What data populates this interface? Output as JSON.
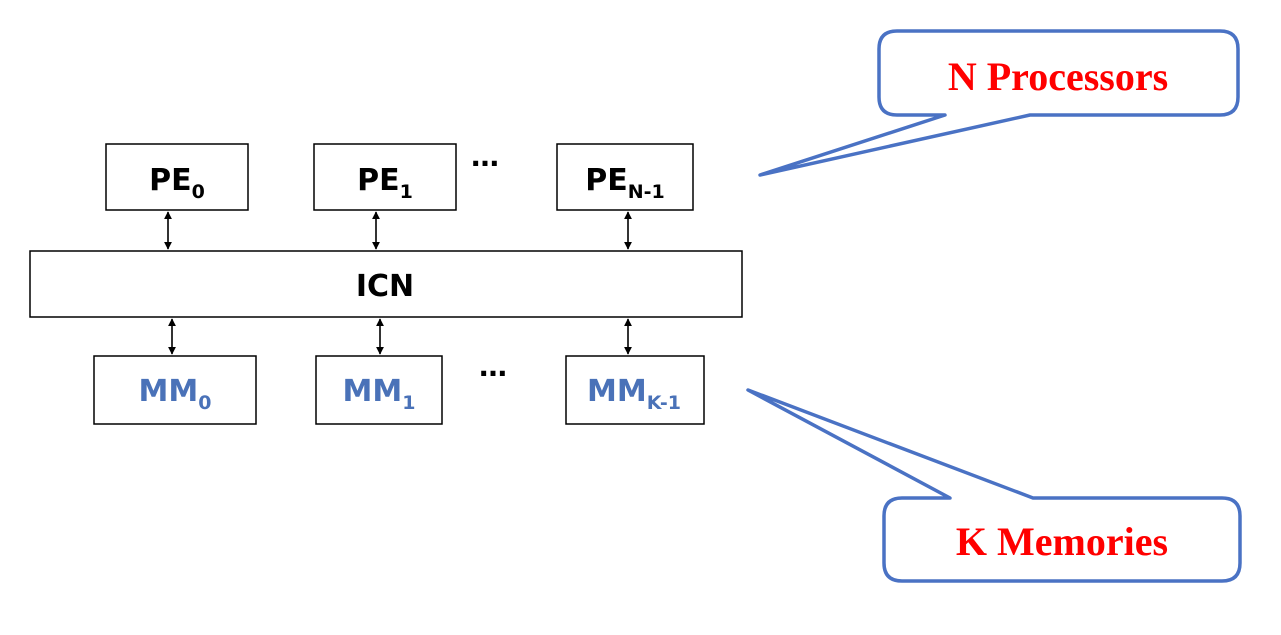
{
  "processors": {
    "base": "PE",
    "items": [
      {
        "sub": "0"
      },
      {
        "sub": "1"
      },
      {
        "sub": "N-1"
      }
    ],
    "ellipsis": "…"
  },
  "network": {
    "label": "ICN"
  },
  "memories": {
    "base": "MM",
    "items": [
      {
        "sub": "0"
      },
      {
        "sub": "1"
      },
      {
        "sub": "K-1"
      }
    ],
    "ellipsis": "…"
  },
  "callouts": {
    "processors": "N Processors",
    "memories": "K Memories"
  },
  "colors": {
    "memory_text": "#4a72b8",
    "callout_text": "#ff0000",
    "callout_border": "#4a72c4",
    "line": "#000000"
  }
}
